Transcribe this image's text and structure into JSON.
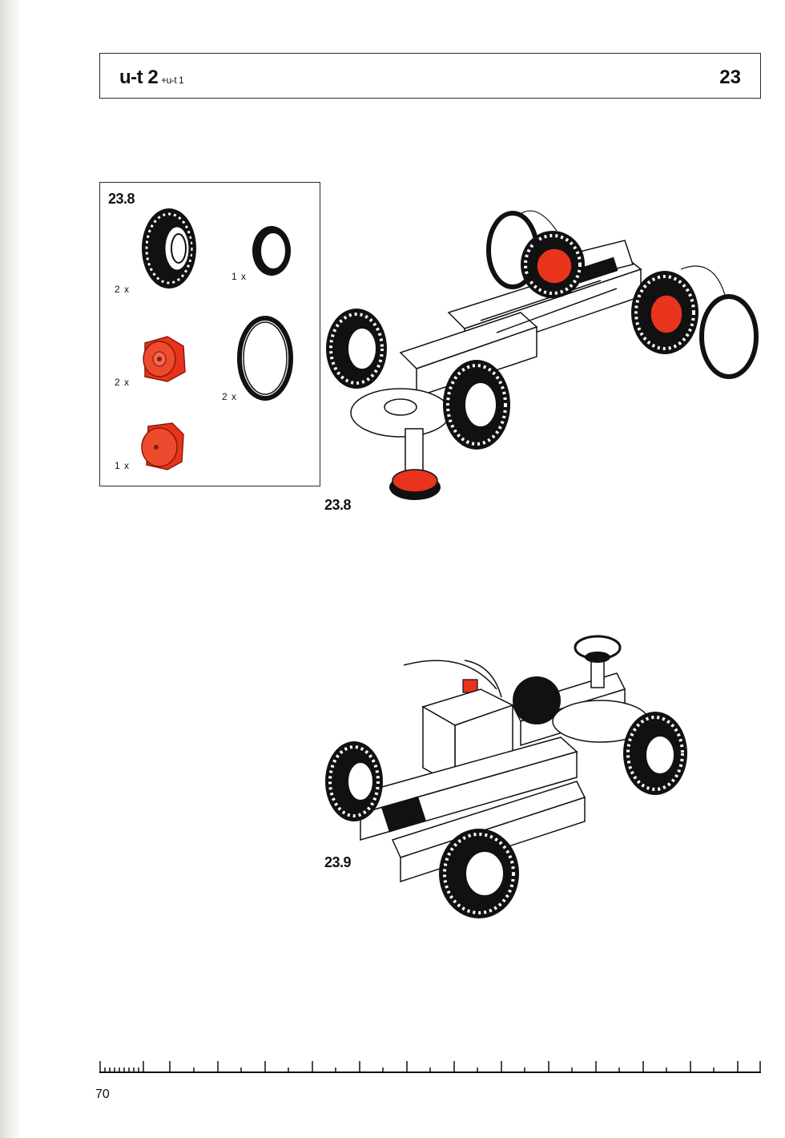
{
  "header": {
    "series": "u-t 2",
    "series_sub": "+u-t 1",
    "page_section": "23"
  },
  "parts_box": {
    "label": "23.8",
    "items": [
      {
        "name": "large-tire",
        "qty": "2 x"
      },
      {
        "name": "small-tire-ring",
        "qty": "1 x"
      },
      {
        "name": "red-hub-nut",
        "qty": "2 x"
      },
      {
        "name": "thin-tire-ring",
        "qty": "2 x"
      },
      {
        "name": "red-hub",
        "qty": "1 x"
      }
    ]
  },
  "steps": [
    {
      "label": "23.8"
    },
    {
      "label": "23.9"
    }
  ],
  "colors": {
    "accent_red": "#e8341c",
    "ink": "#111111"
  },
  "footer": {
    "page_number": "70"
  }
}
